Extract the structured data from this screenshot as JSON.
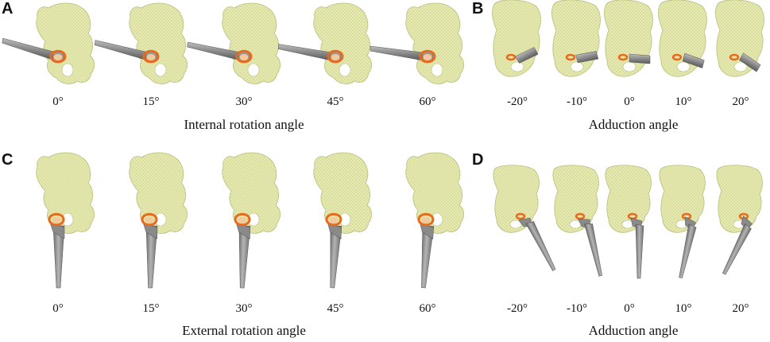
{
  "panels": {
    "A": {
      "letter": "A",
      "title": "Internal rotation angle",
      "angles": [
        "0°",
        "15°",
        "30°",
        "45°",
        "60°"
      ]
    },
    "B": {
      "letter": "B",
      "title": "Adduction angle",
      "angles": [
        "-20°",
        "-10°",
        "0°",
        "10°",
        "20°"
      ]
    },
    "C": {
      "letter": "C",
      "title": "External rotation angle",
      "angles": [
        "0°",
        "15°",
        "30°",
        "45°",
        "60°"
      ]
    },
    "D": {
      "letter": "D",
      "title": "Adduction angle",
      "angles": [
        "-20°",
        "-10°",
        "0°",
        "10°",
        "20°"
      ]
    }
  },
  "colors": {
    "bone": "#e6eab0",
    "bone_stroke": "#b9be7a",
    "cup": "#e86a1c",
    "implant": "#8e8e8e",
    "implant_dark": "#5e5e5e"
  }
}
